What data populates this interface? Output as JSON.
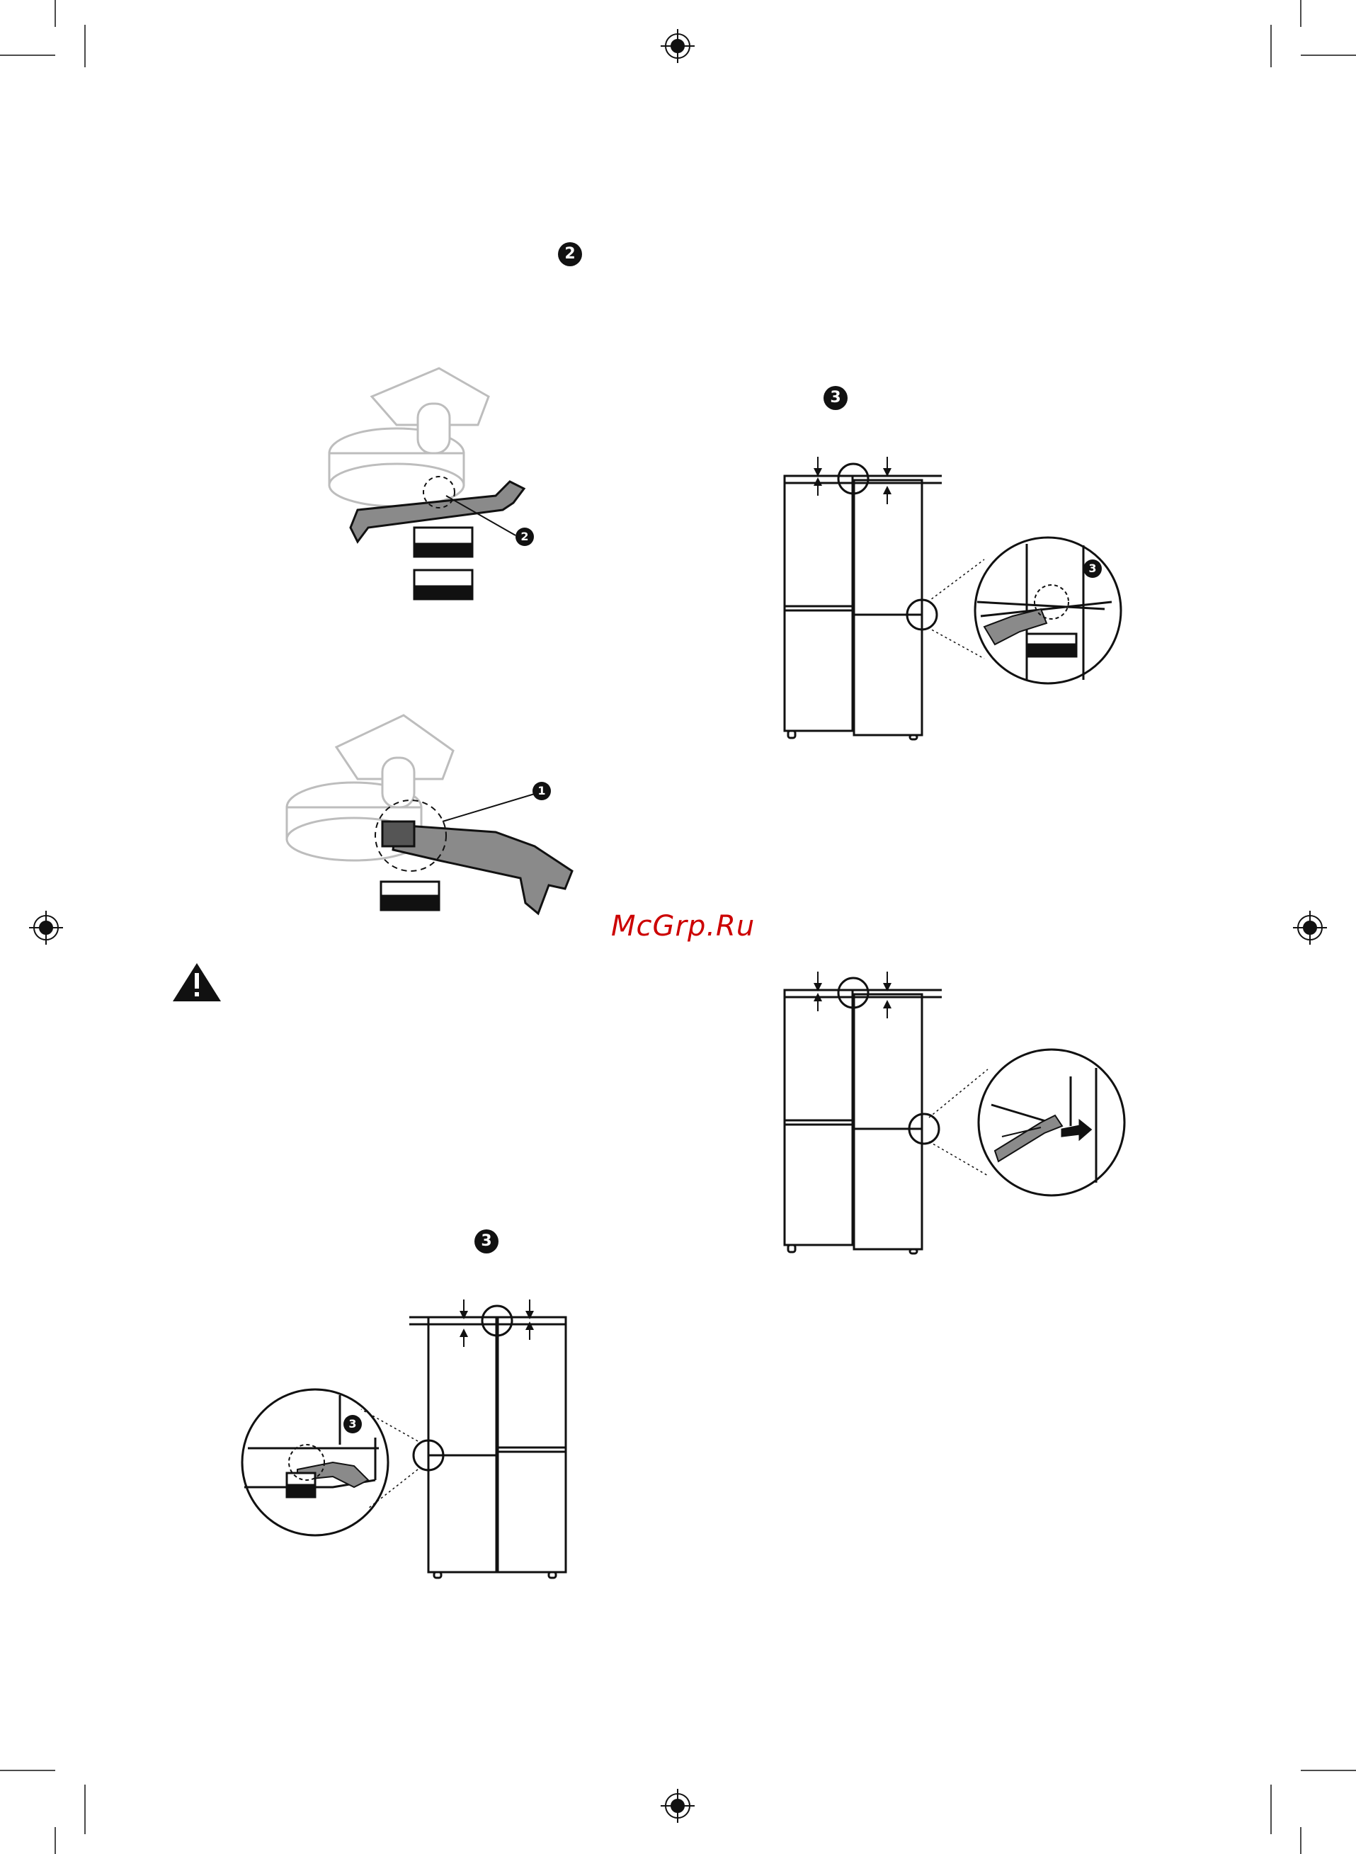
{
  "callouts": {
    "step2_header": "2",
    "step3_header_right": "3",
    "step2_leader": "2",
    "step1_leader": "1",
    "step3_header_left": "3",
    "step3_zoom_right": "3",
    "step3_zoom_left": "3"
  },
  "watermark": "McGrp.Ru",
  "icons": {
    "warning": "warning-triangle-icon",
    "registration": "registration-mark-icon",
    "wrench": "wrench-icon",
    "pliers": "pliers-icon"
  },
  "colors": {
    "ink": "#111111",
    "grey": "#bdbdbd",
    "watermark": "#cc0000"
  }
}
